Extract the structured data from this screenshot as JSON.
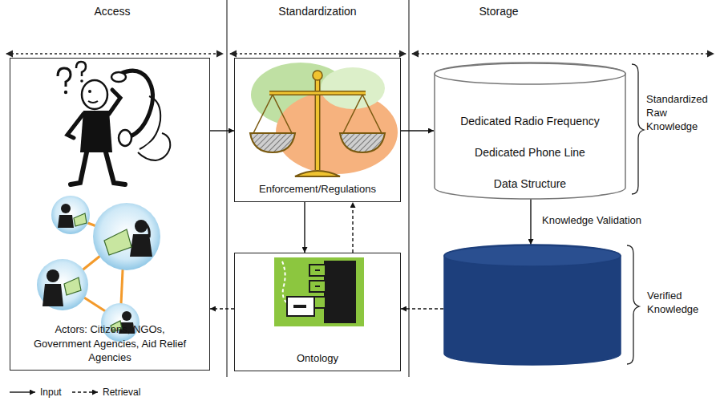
{
  "diagram": {
    "nodes": [
      {
        "text": [
          "Actors: Citizens, NGOs, Government Agencies, Aid Relief Agencies"
        ]
      },
      {
        "text": [
          "Enforcement/Regulations"
        ]
      },
      {
        "text": [
          "Ontology"
        ]
      },
      {
        "text": [
          "Dedicated Radio Frequency",
          "Dedicated Phone Line",
          "Data Structure",
          "Standardized Raw Knowledge"
        ]
      },
      {
        "text": [
          "Verified Knowledge"
        ]
      }
    ],
    "edges": [
      {
        "from": 0,
        "to": 1,
        "arrow": "to"
      },
      {
        "from": 1,
        "to": 3,
        "arrow": "to"
      },
      {
        "from": 1,
        "to": 2,
        "arrow": "to"
      },
      {
        "from": 2,
        "to": 1,
        "arrow": "to"
      },
      {
        "from": 3,
        "to": 4,
        "label": "Knowledge Validation",
        "arrow": "to"
      },
      {
        "from": 4,
        "to": 2,
        "arrow": "to"
      },
      {
        "from": 2,
        "to": 0,
        "arrow": "to"
      }
    ],
    "labels": [
      "Access",
      "Standardization",
      "Storage"
    ],
    "legend": [
      {
        "text": "Input"
      },
      {
        "text": "Retrieval"
      }
    ]
  }
}
